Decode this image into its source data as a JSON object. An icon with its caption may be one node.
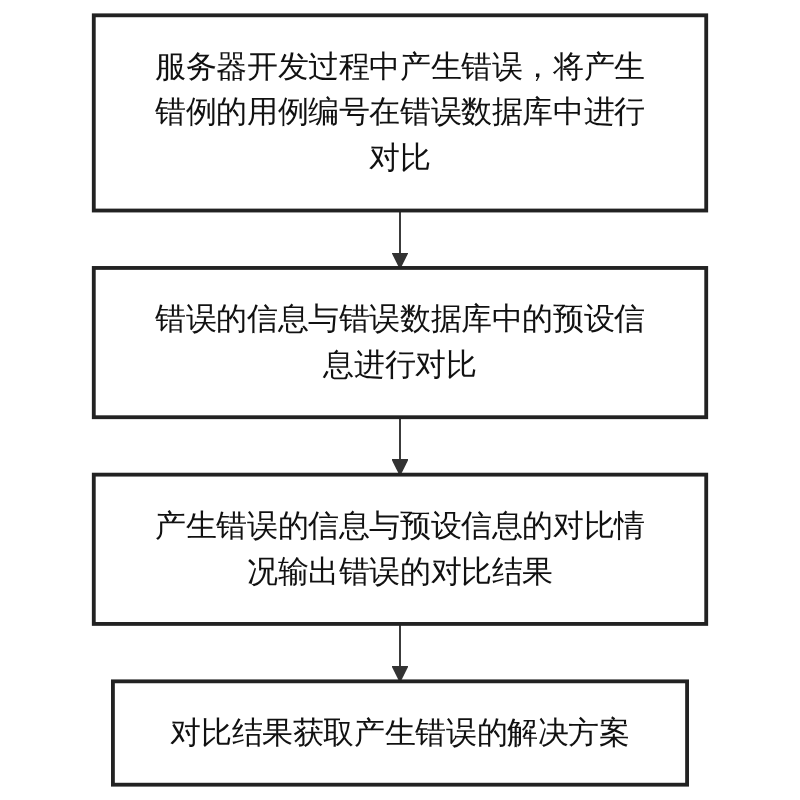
{
  "diagram": {
    "nodes": [
      {
        "text": [
          "服务器开发过程中产生错误，将产生错例的用例编号在错误数据库中进行对比"
        ]
      },
      {
        "text": [
          "错误的信息与错误数据库中的预设信息进行对比"
        ]
      },
      {
        "text": [
          "产生错误的信息与预设信息的对比情况输出错误的对比结果"
        ]
      },
      {
        "text": [
          "对比结果获取产生错误的解决方案"
        ]
      }
    ],
    "edges": [
      {
        "from": 0,
        "to": 1,
        "arrow": "to"
      },
      {
        "from": 1,
        "to": 2,
        "arrow": "to"
      },
      {
        "from": 2,
        "to": 3,
        "arrow": "to"
      }
    ]
  }
}
